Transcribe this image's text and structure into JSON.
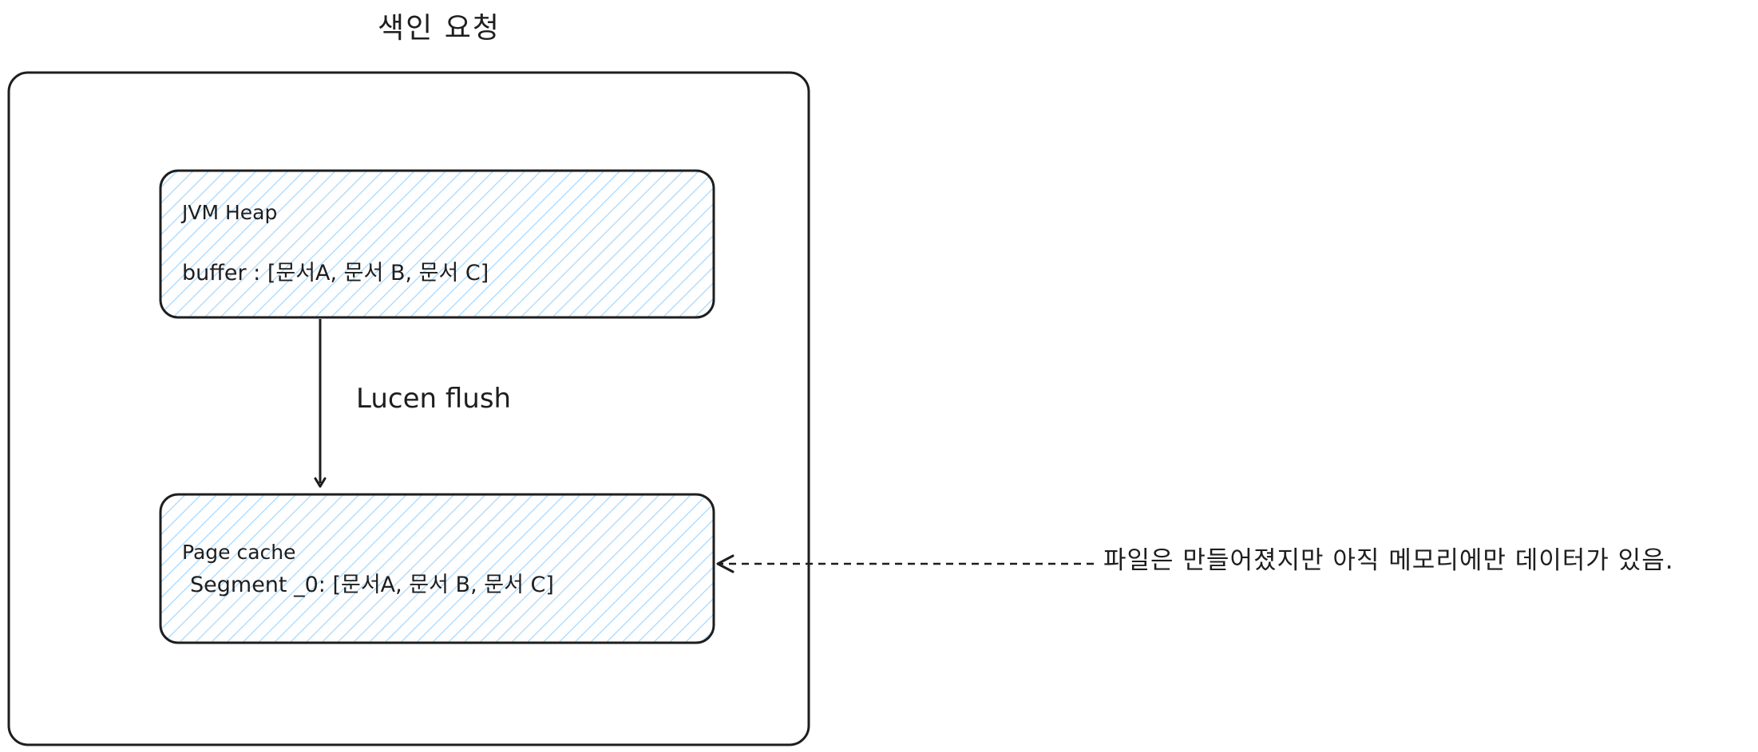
{
  "diagram": {
    "title": "색인 요청",
    "heap_box": {
      "title": "JVM Heap",
      "buffer_line": "buffer : [문서A, 문서 B, 문서 C]"
    },
    "flush_label": "Lucen flush",
    "page_cache_box": {
      "title": "Page cache",
      "segment_line": "Segment _0: [문서A, 문서 B, 문서 C]"
    },
    "note": "파일은 만들어졌지만 아직 메모리에만 데이터가 있음."
  },
  "colors": {
    "stroke": "#1e1e1e",
    "hatch": "#a5d8ff",
    "background": "#ffffff"
  }
}
